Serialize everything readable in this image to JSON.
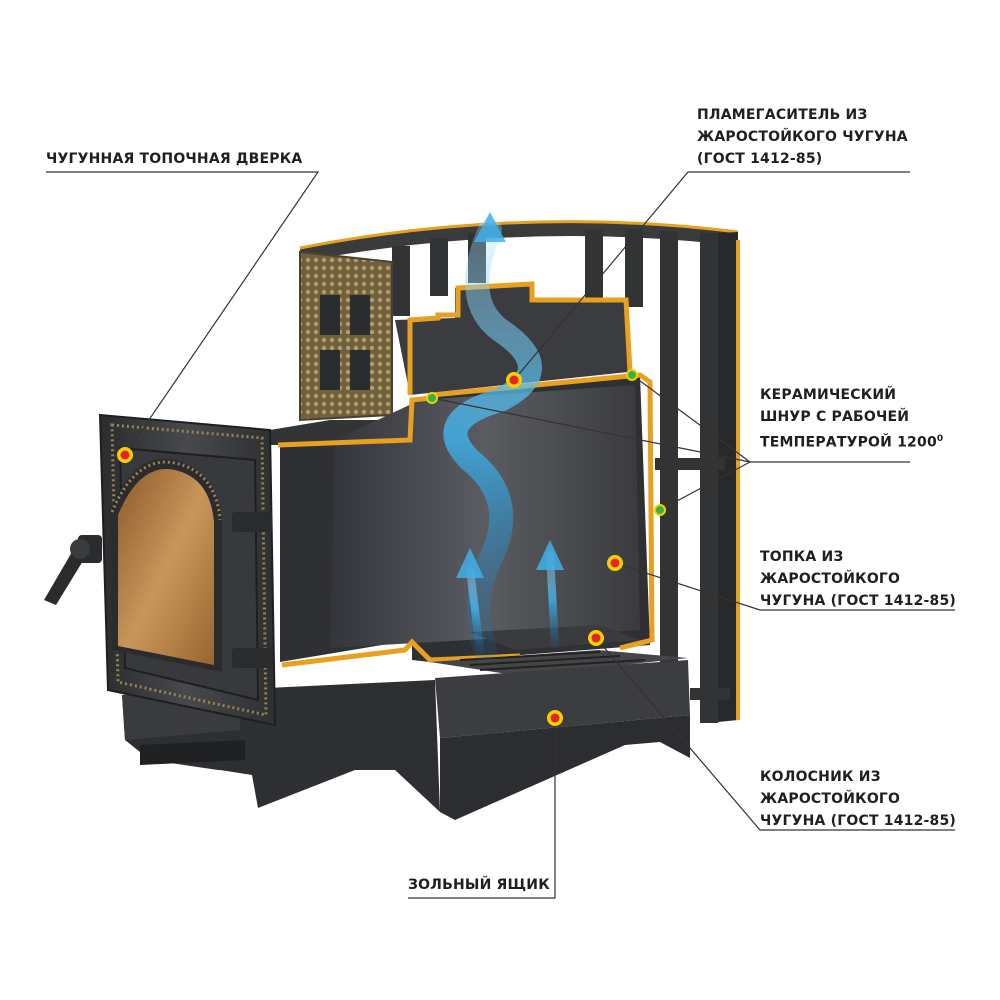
{
  "labels": {
    "door": [
      "ЧУГУННАЯ ТОПОЧНАЯ ДВЕРКА"
    ],
    "flame_arrester": [
      "ПЛАМЕГАСИТЕЛЬ ИЗ",
      "ЖАРОСТОЙКОГО ЧУГУНА",
      "(ГОСТ 1412-85)"
    ],
    "ceramic_cord": [
      "КЕРАМИЧЕСКИЙ",
      "ШНУР С РАБОЧЕЙ",
      "ТЕМПЕРАТУРОЙ 1200",
      "0"
    ],
    "firebox": [
      "ТОПКА ИЗ",
      "ЖАРОСТОЙКОГО",
      "ЧУГУНА (ГОСТ 1412-85)"
    ],
    "grate": [
      "КОЛОСНИК ИЗ",
      "ЖАРОСТОЙКОГО",
      "ЧУГУНА (ГОСТ 1412-85)"
    ],
    "ash_box": [
      "ЗОЛЬНЫЙ ЯЩИК"
    ]
  },
  "colors": {
    "iron": "#3d3e40",
    "iron_dark": "#2a2b2d",
    "iron_light": "#55575a",
    "cord": "#e8a020",
    "marker_red": "#e52420",
    "marker_yellow": "#f5d000",
    "marker_green": "#36b14a",
    "flame": "#3fb0e8",
    "glass": "#b87a3a",
    "bronze": "#9a8350",
    "line": "#333333"
  },
  "icons": {
    "red_dot": "part-marker-icon",
    "green_dot": "cord-marker-icon",
    "flow_arrow": "air-flow-arrow-icon"
  }
}
